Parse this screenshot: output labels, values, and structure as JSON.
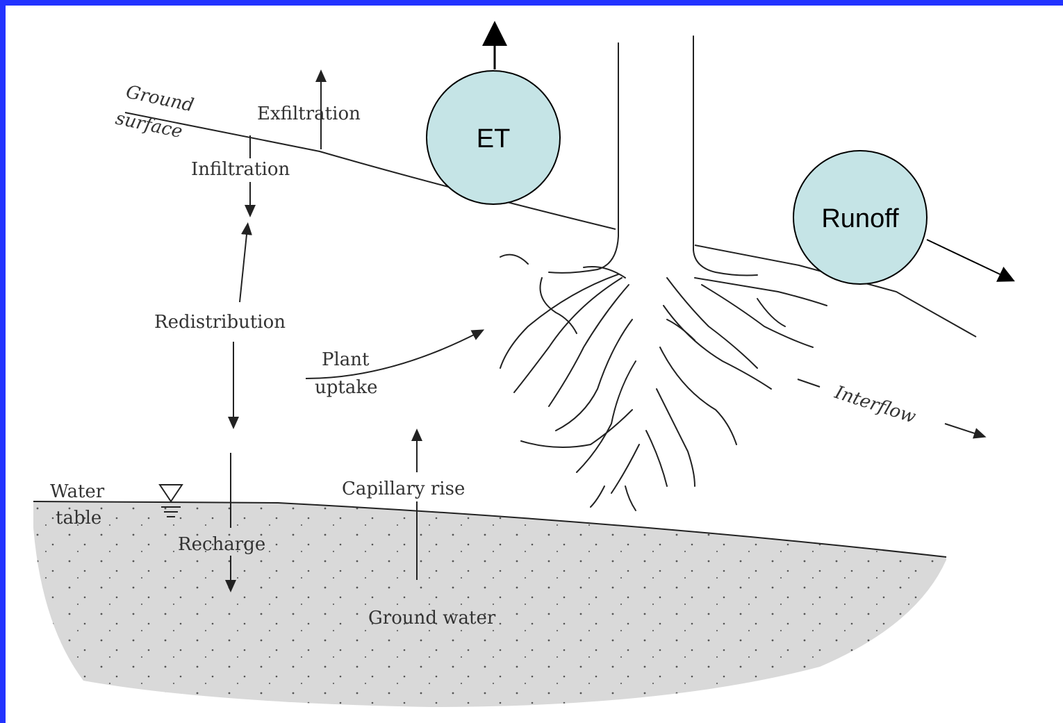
{
  "labels": {
    "ground_surface_1": "Ground",
    "ground_surface_2": "surface",
    "exfiltration": "Exfiltration",
    "infiltration": "Infiltration",
    "redistribution": "Redistribution",
    "plant_uptake_1": "Plant",
    "plant_uptake_2": "uptake",
    "interflow": "Interflow",
    "water_table_1": "Water",
    "water_table_2": "table",
    "capillary_rise": "Capillary rise",
    "recharge": "Recharge",
    "ground_water": "Ground water"
  },
  "circles": {
    "et": "ET",
    "runoff": "Runoff"
  },
  "colors": {
    "frame": "#2233ff",
    "circle_fill": "#c5e4e6",
    "groundwater_fill": "#d9d9d9"
  }
}
